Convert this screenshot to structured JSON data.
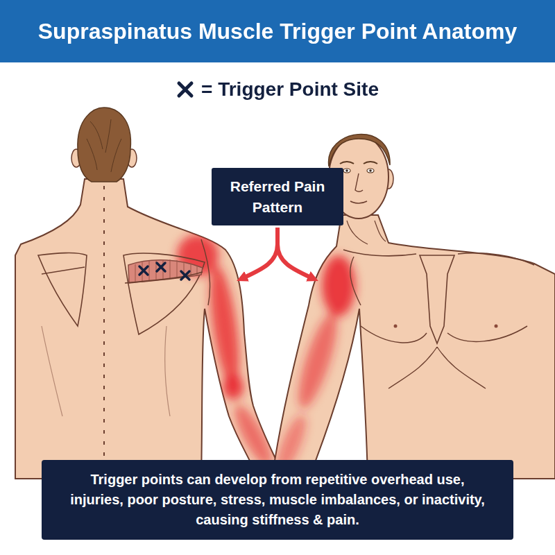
{
  "diagram": {
    "title": "Supraspinatus Muscle Trigger Point Anatomy",
    "caption": "Trigger points can develop from repetitive overhead use, injuries, poor posture, stress, muscle imbalances, or inactivity, causing stiffness & pain.",
    "nodes": [
      {
        "text": [
          "Referred Pain Pattern"
        ]
      }
    ],
    "legend": [
      {
        "text": "= Trigger Point Site"
      }
    ]
  }
}
